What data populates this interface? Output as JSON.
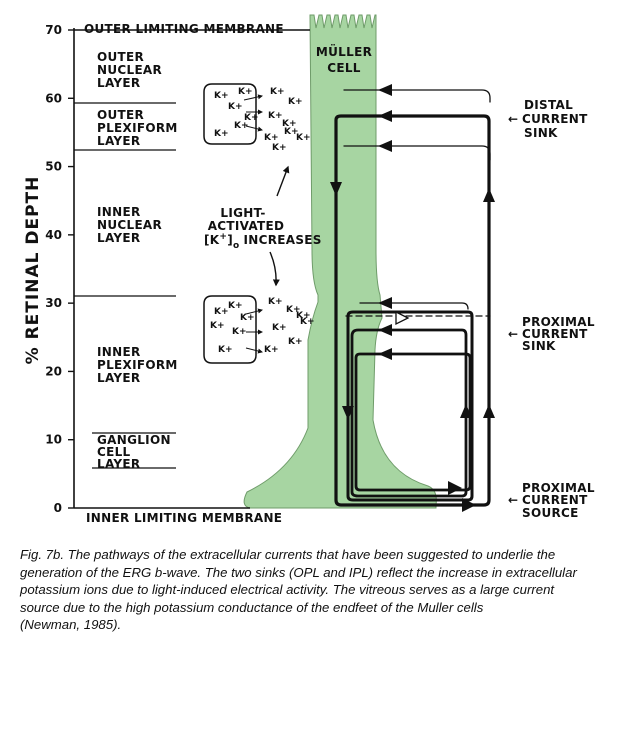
{
  "axis": {
    "title": "% RETINAL DEPTH",
    "ticks": [
      "70",
      "60",
      "50",
      "40",
      "30",
      "20",
      "10",
      "0"
    ]
  },
  "membranes": {
    "outer": "OUTER LIMITING MEMBRANE",
    "inner": "INNER LIMITING MEMBRANE"
  },
  "layers": [
    [
      "OUTER",
      "NUCLEAR",
      "LAYER"
    ],
    [
      "OUTER",
      "PLEXIFORM",
      "LAYER"
    ],
    [
      "INNER",
      "NUCLEAR",
      "LAYER"
    ],
    [
      "INNER",
      "PLEXIFORM",
      "LAYER"
    ],
    [
      "GANGLION",
      "CELL",
      "LAYER"
    ]
  ],
  "cell": [
    "MÜLLER",
    "CELL"
  ],
  "potassium_label": "K+",
  "light_label": {
    "line1": "LIGHT-",
    "line2": "ACTIVATED",
    "bracket_open": "[K",
    "plus": "+",
    "bracket_close": "]",
    "sub": "o",
    "increases": "INCREASES"
  },
  "sinks": {
    "distal": [
      "DISTAL",
      "CURRENT",
      "SINK"
    ],
    "proximal": [
      "PROXIMAL",
      "CURRENT",
      "SINK"
    ],
    "source": [
      "PROXIMAL",
      "CURRENT",
      "SOURCE"
    ],
    "arrow": "←"
  },
  "colors": {
    "cell_fill": "#a7d5a2",
    "line": "#111111"
  },
  "caption": [
    "Fig. 7b. The pathways of the extracellular currents that have been suggested to underlie the",
    " generation of the ERG b-wave. The two sinks (OPL and IPL) reflect the increase in extracellular",
    " potassium ions due to light-induced electrical activity. The vitreous serves as a large current",
    "source due to the high potassium conductance of the endfeet of the Muller cells",
    "(Newman, 1985)."
  ]
}
